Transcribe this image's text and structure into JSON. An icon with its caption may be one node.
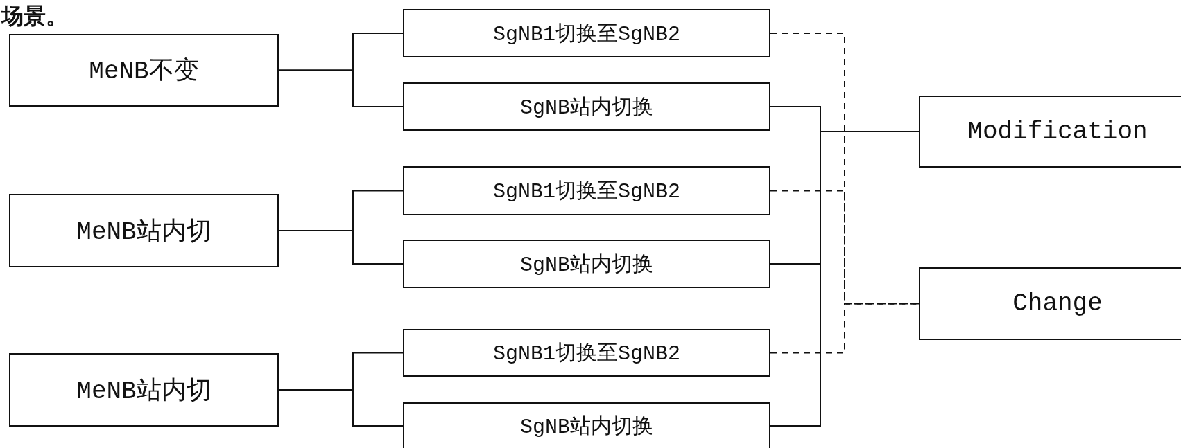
{
  "diagram": {
    "nodes": [
      {
        "text": [
          "MeNB不变"
        ]
      },
      {
        "text": [
          "SgNB1切换至SgNB2"
        ]
      },
      {
        "text": [
          "SgNB站内切换"
        ]
      },
      {
        "text": [
          "MeNB站内切"
        ]
      },
      {
        "text": [
          "SgNB1切换至SgNB2"
        ]
      },
      {
        "text": [
          "SgNB站内切换"
        ]
      },
      {
        "text": [
          "MeNB站内切"
        ]
      },
      {
        "text": [
          "SgNB1切换至SgNB2"
        ]
      },
      {
        "text": [
          "SgNB站内切换"
        ]
      },
      {
        "text": [
          "Modification"
        ]
      },
      {
        "text": [
          "Change"
        ]
      }
    ],
    "edges": [
      {
        "from": 0,
        "to": 1,
        "arrow": "none"
      },
      {
        "from": 0,
        "to": 2,
        "arrow": "none"
      },
      {
        "from": 3,
        "to": 4,
        "arrow": "none"
      },
      {
        "from": 3,
        "to": 5,
        "arrow": "none"
      },
      {
        "from": 6,
        "to": 7,
        "arrow": "none"
      },
      {
        "from": 6,
        "to": 8,
        "arrow": "none"
      },
      {
        "from": 2,
        "to": 9,
        "arrow": "none"
      },
      {
        "from": 5,
        "to": 9,
        "arrow": "none"
      },
      {
        "from": 8,
        "to": 9,
        "arrow": "none"
      },
      {
        "from": 1,
        "to": 10,
        "arrow": "none",
        "style": "dashed"
      },
      {
        "from": 4,
        "to": 10,
        "arrow": "none",
        "style": "dashed"
      },
      {
        "from": 7,
        "to": 10,
        "arrow": "none",
        "style": "dashed"
      }
    ],
    "labels": [
      "场景。"
    ]
  }
}
